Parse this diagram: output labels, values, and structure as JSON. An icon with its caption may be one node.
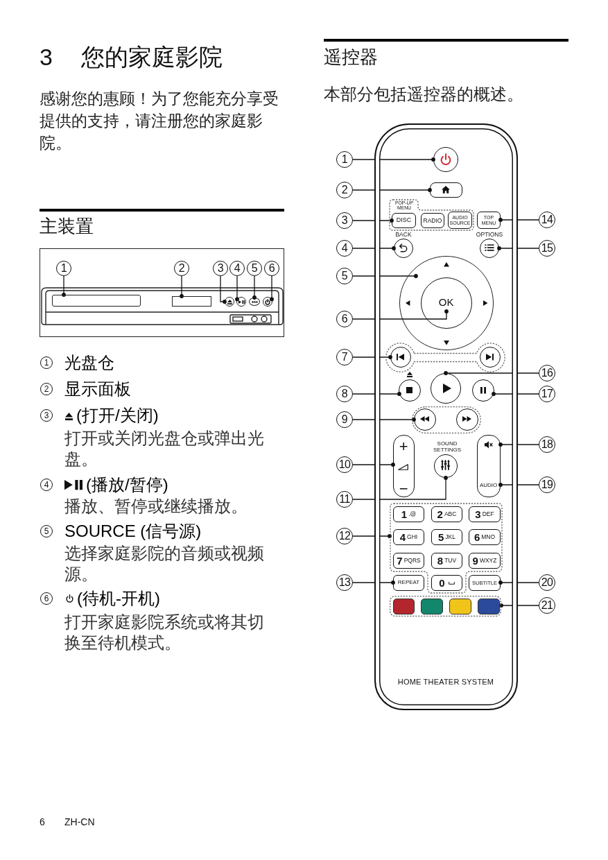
{
  "diagram": {
    "title": "您的家庭影院",
    "nodes": [
      {
        "text": [
          "1"
        ]
      },
      {
        "text": [
          "2"
        ]
      },
      {
        "text": [
          "3"
        ]
      },
      {
        "text": [
          "4"
        ]
      },
      {
        "text": [
          "5"
        ]
      },
      {
        "text": [
          "6"
        ]
      },
      {
        "text": [],
        "shape": "box"
      },
      {
        "text": [],
        "shape": "box"
      },
      {
        "text": [],
        "shape": "circle"
      },
      {
        "text": [],
        "shape": "circle"
      },
      {
        "text": [],
        "shape": "circle"
      },
      {
        "text": [],
        "shape": "circle"
      },
      {
        "text": [
          "HOME THEATER SYSTEM"
        ]
      },
      {
        "text": [],
        "shape": "circle",
        "in": 12
      },
      {
        "text": [],
        "shape": "box",
        "in": 12
      },
      {
        "text": [],
        "shape": "box",
        "in": 12
      },
      {
        "text": [
          "DISC"
        ],
        "beside": [
          "POP-UP MENU"
        ],
        "in": 15
      },
      {
        "text": [
          "RADIO"
        ],
        "in": 15
      },
      {
        "text": [
          "AUDIO SOURCE"
        ],
        "in": 15
      },
      {
        "text": [
          "TOP MENU"
        ],
        "in": 12
      },
      {
        "text": [],
        "shape": "circle",
        "beside": [
          "BACK"
        ],
        "in": 12
      },
      {
        "text": [],
        "shape": "circle",
        "beside": [
          "OPTIONS"
        ],
        "in": 12
      },
      {
        "text": [],
        "shape": "circle",
        "in": 12
      },
      {
        "text": [
          "OK"
        ],
        "in": 22
      },
      {
        "text": [],
        "shape": "box",
        "in": 12
      },
      {
        "text": [],
        "shape": "circle",
        "in": 24
      },
      {
        "text": [],
        "shape": "circle",
        "in": 24
      },
      {
        "text": [],
        "shape": "circle",
        "in": 12
      },
      {
        "text": [],
        "shape": "circle",
        "in": 12
      },
      {
        "text": [],
        "shape": "circle",
        "in": 12
      },
      {
        "text": [],
        "shape": "box",
        "in": 12
      },
      {
        "text": [],
        "shape": "circle",
        "in": 30
      },
      {
        "text": [],
        "shape": "circle",
        "in": 30
      },
      {
        "text": [
          "+",
          "−"
        ],
        "in": 12
      },
      {
        "text": [],
        "shape": "circle",
        "beside": [
          "SOUND SETTINGS"
        ],
        "in": 12
      },
      {
        "text": [
          "AUDIO"
        ],
        "in": 12
      },
      {
        "text": [],
        "shape": "box",
        "in": 12
      },
      {
        "text": [
          "1",
          ".@"
        ],
        "in": 36
      },
      {
        "text": [
          "2",
          "ABC"
        ],
        "in": 36
      },
      {
        "text": [
          "3",
          "DEF"
        ],
        "in": 36
      },
      {
        "text": [
          "4",
          "GHI"
        ],
        "in": 36
      },
      {
        "text": [
          "5",
          "JKL"
        ],
        "in": 36
      },
      {
        "text": [
          "6",
          "MNO"
        ],
        "in": 36
      },
      {
        "text": [
          "7",
          "PQRS"
        ],
        "in": 36
      },
      {
        "text": [
          "8",
          "TUV"
        ],
        "in": 36
      },
      {
        "text": [
          "9",
          "WXYZ"
        ],
        "in": 36
      },
      {
        "text": [
          "REPEAT"
        ],
        "in": 12
      },
      {
        "text": [
          "0"
        ],
        "in": 36
      },
      {
        "text": [
          "SUBTITLE"
        ],
        "in": 12
      },
      {
        "text": [],
        "shape": "box",
        "in": 12
      },
      {
        "text": [],
        "shape": "box",
        "in": 49
      },
      {
        "text": [],
        "shape": "box",
        "in": 49
      },
      {
        "text": [],
        "shape": "box",
        "in": 49
      },
      {
        "text": [],
        "shape": "box",
        "in": 49
      },
      {
        "text": [
          "1"
        ]
      },
      {
        "text": [
          "2"
        ]
      },
      {
        "text": [
          "3"
        ]
      },
      {
        "text": [
          "4"
        ]
      },
      {
        "text": [
          "5"
        ]
      },
      {
        "text": [
          "6"
        ]
      },
      {
        "text": [
          "7"
        ]
      },
      {
        "text": [
          "8"
        ]
      },
      {
        "text": [
          "9"
        ]
      },
      {
        "text": [
          "10"
        ]
      },
      {
        "text": [
          "11"
        ]
      },
      {
        "text": [
          "12"
        ]
      },
      {
        "text": [
          "13"
        ]
      },
      {
        "text": [
          "14"
        ]
      },
      {
        "text": [
          "15"
        ]
      },
      {
        "text": [
          "16"
        ]
      },
      {
        "text": [
          "17"
        ]
      },
      {
        "text": [
          "18"
        ]
      },
      {
        "text": [
          "19"
        ]
      },
      {
        "text": [
          "20"
        ]
      },
      {
        "text": [
          "21"
        ]
      }
    ],
    "edges": [
      {
        "from": 0,
        "to": 6,
        "arrow": "other"
      },
      {
        "from": 1,
        "to": 7,
        "arrow": "other"
      },
      {
        "from": 2,
        "to": 8,
        "arrow": "other"
      },
      {
        "from": 3,
        "to": 9,
        "arrow": "other"
      },
      {
        "from": 4,
        "to": 10,
        "arrow": "other"
      },
      {
        "from": 5,
        "to": 11,
        "arrow": "other"
      },
      {
        "from": 54,
        "to": 13,
        "arrow": "other"
      },
      {
        "from": 55,
        "to": 14,
        "arrow": "other"
      },
      {
        "from": 56,
        "to": 16,
        "arrow": "other"
      },
      {
        "from": 57,
        "to": 20,
        "arrow": "other"
      },
      {
        "from": 58,
        "to": 22,
        "arrow": "other"
      },
      {
        "from": 59,
        "to": 23,
        "arrow": "other"
      },
      {
        "from": 60,
        "to": 25,
        "arrow": "other"
      },
      {
        "from": 61,
        "to": 27,
        "arrow": "other"
      },
      {
        "from": 62,
        "to": 31,
        "arrow": "other"
      },
      {
        "from": 63,
        "to": 33,
        "arrow": "other"
      },
      {
        "from": 64,
        "to": 34,
        "arrow": "other"
      },
      {
        "from": 65,
        "to": 36,
        "arrow": "other"
      },
      {
        "from": 66,
        "to": 46,
        "arrow": "other"
      },
      {
        "from": 67,
        "to": 19,
        "arrow": "other"
      },
      {
        "from": 68,
        "to": 21,
        "arrow": "other"
      },
      {
        "from": 69,
        "to": 28,
        "arrow": "other"
      },
      {
        "from": 70,
        "to": 29,
        "arrow": "other"
      },
      {
        "from": 71,
        "to": 35,
        "arrow": "other"
      },
      {
        "from": 72,
        "to": 35,
        "arrow": "other"
      },
      {
        "from": 73,
        "to": 48,
        "arrow": "other"
      },
      {
        "from": 74,
        "to": 49,
        "arrow": "other"
      }
    ],
    "labels": [
      "3",
      "感谢您的惠顾！为了您能充分享受提供的支持，请注册您的家庭影院。",
      "主装置",
      "1",
      "光盘仓",
      "2",
      "显示面板",
      "3",
      "(打开/关闭)",
      "打开或关闭光盘仓或弹出光盘。",
      "4",
      "(播放/暂停)",
      "播放、暂停或继续播放。",
      "5",
      "SOURCE (信号源)",
      "选择家庭影院的音频或视频源。",
      "6",
      "(待机-开机)",
      "打开家庭影院系统或将其切换至待机模式。",
      "遥控器",
      "本部分包括遥控器的概述。",
      "6",
      "ZH-CN"
    ]
  }
}
